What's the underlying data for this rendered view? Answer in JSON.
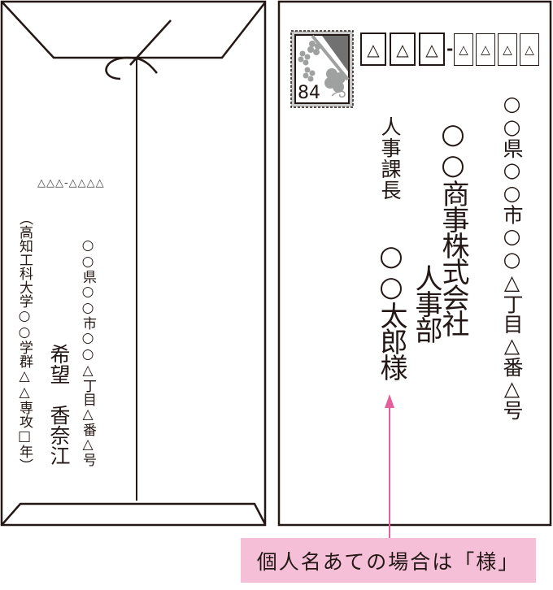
{
  "back_envelope": {
    "sender_zip": "△△△-△△△△",
    "sender_address": "○○県○○市○○△丁目△番△号",
    "sender_name": "希望　香奈江",
    "sender_affiliation": "（高知工科大学○○学群△△専攻□年）"
  },
  "front_envelope": {
    "stamp": {
      "value": "84",
      "icon": "flower-stamp-icon"
    },
    "zip_boxes_first": [
      "△",
      "△",
      "△"
    ],
    "zip_separator": "-",
    "zip_boxes_second": [
      "△",
      "△",
      "△",
      "△"
    ],
    "recipient_address": "○○県○○市○○△丁目△番△号",
    "company": "○○商事株式会社",
    "department": "人事部",
    "title": "人事課長",
    "recipient_name": "○○太郎様"
  },
  "callout": {
    "text": "個人名あての場合は「様」",
    "color": "#f4bfd7",
    "arrow_color": "#e4609b"
  }
}
